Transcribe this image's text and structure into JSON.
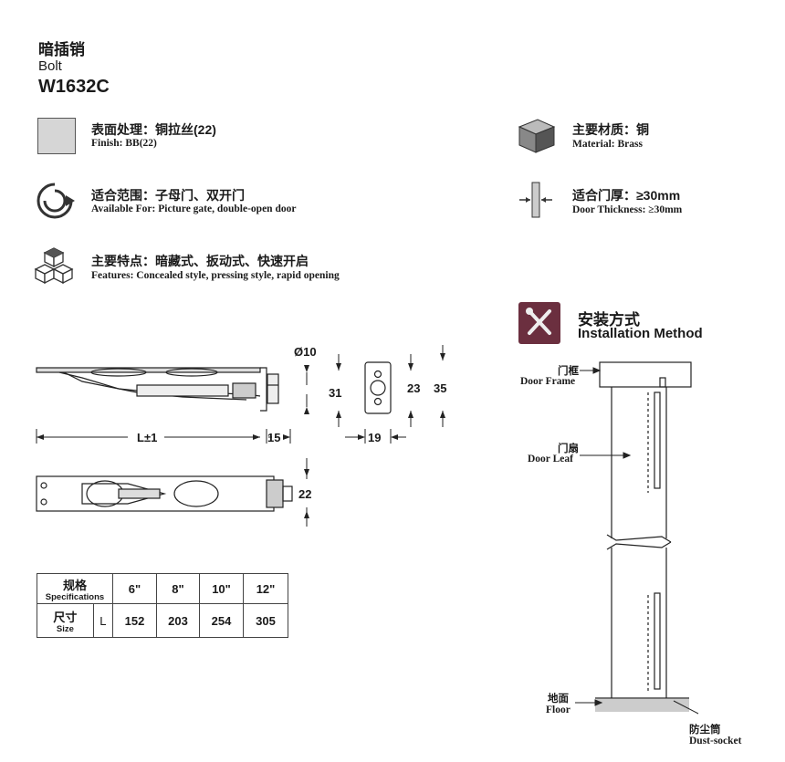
{
  "header": {
    "title_cn": "暗插销",
    "title_en": "Bolt",
    "model": "W1632C"
  },
  "finish": {
    "cn": "表面处理：铜拉丝(22)",
    "en": "Finish: BB(22)"
  },
  "material": {
    "cn": "主要材质：铜",
    "en": "Material: Brass"
  },
  "available": {
    "cn": "适合范围：子母门、双开门",
    "en": "Available For: Picture gate, double-open door"
  },
  "thickness": {
    "cn": "适合门厚：≥30mm",
    "en": "Door Thickness: ≥30mm"
  },
  "features": {
    "cn": "主要特点：暗藏式、扳动式、快速开启",
    "en": "Features: Concealed style, pressing style, rapid opening"
  },
  "dims": {
    "diameter": "Ø10",
    "h31": "31",
    "h23": "23",
    "h35": "35",
    "length": "L±1",
    "d15": "15",
    "d19": "19",
    "d22": "22"
  },
  "spec_table": {
    "header_cn": "规格",
    "header_en": "Specifications",
    "size_cn": "尺寸",
    "size_en": "Size",
    "size_key": "L",
    "columns": [
      "6\"",
      "8\"",
      "10\"",
      "12\""
    ],
    "values": [
      "152",
      "203",
      "254",
      "305"
    ]
  },
  "install": {
    "title_cn": "安装方式",
    "title_en": "Installation Method",
    "door_frame_cn": "门框",
    "door_frame_en": "Door Frame",
    "door_leaf_cn": "门扇",
    "door_leaf_en": "Door Leaf",
    "floor_cn": "地面",
    "floor_en": "Floor",
    "dust_cn": "防尘筒",
    "dust_en": "Dust-socket"
  },
  "colors": {
    "swatch": "#d6d6d6",
    "tool_bg": "#6b2f3f",
    "line": "#222222"
  },
  "icons": [
    "finish-swatch-icon",
    "material-cube-icon",
    "refresh-cycle-icon",
    "door-thickness-icon",
    "cubes-features-icon",
    "tools-icon"
  ]
}
